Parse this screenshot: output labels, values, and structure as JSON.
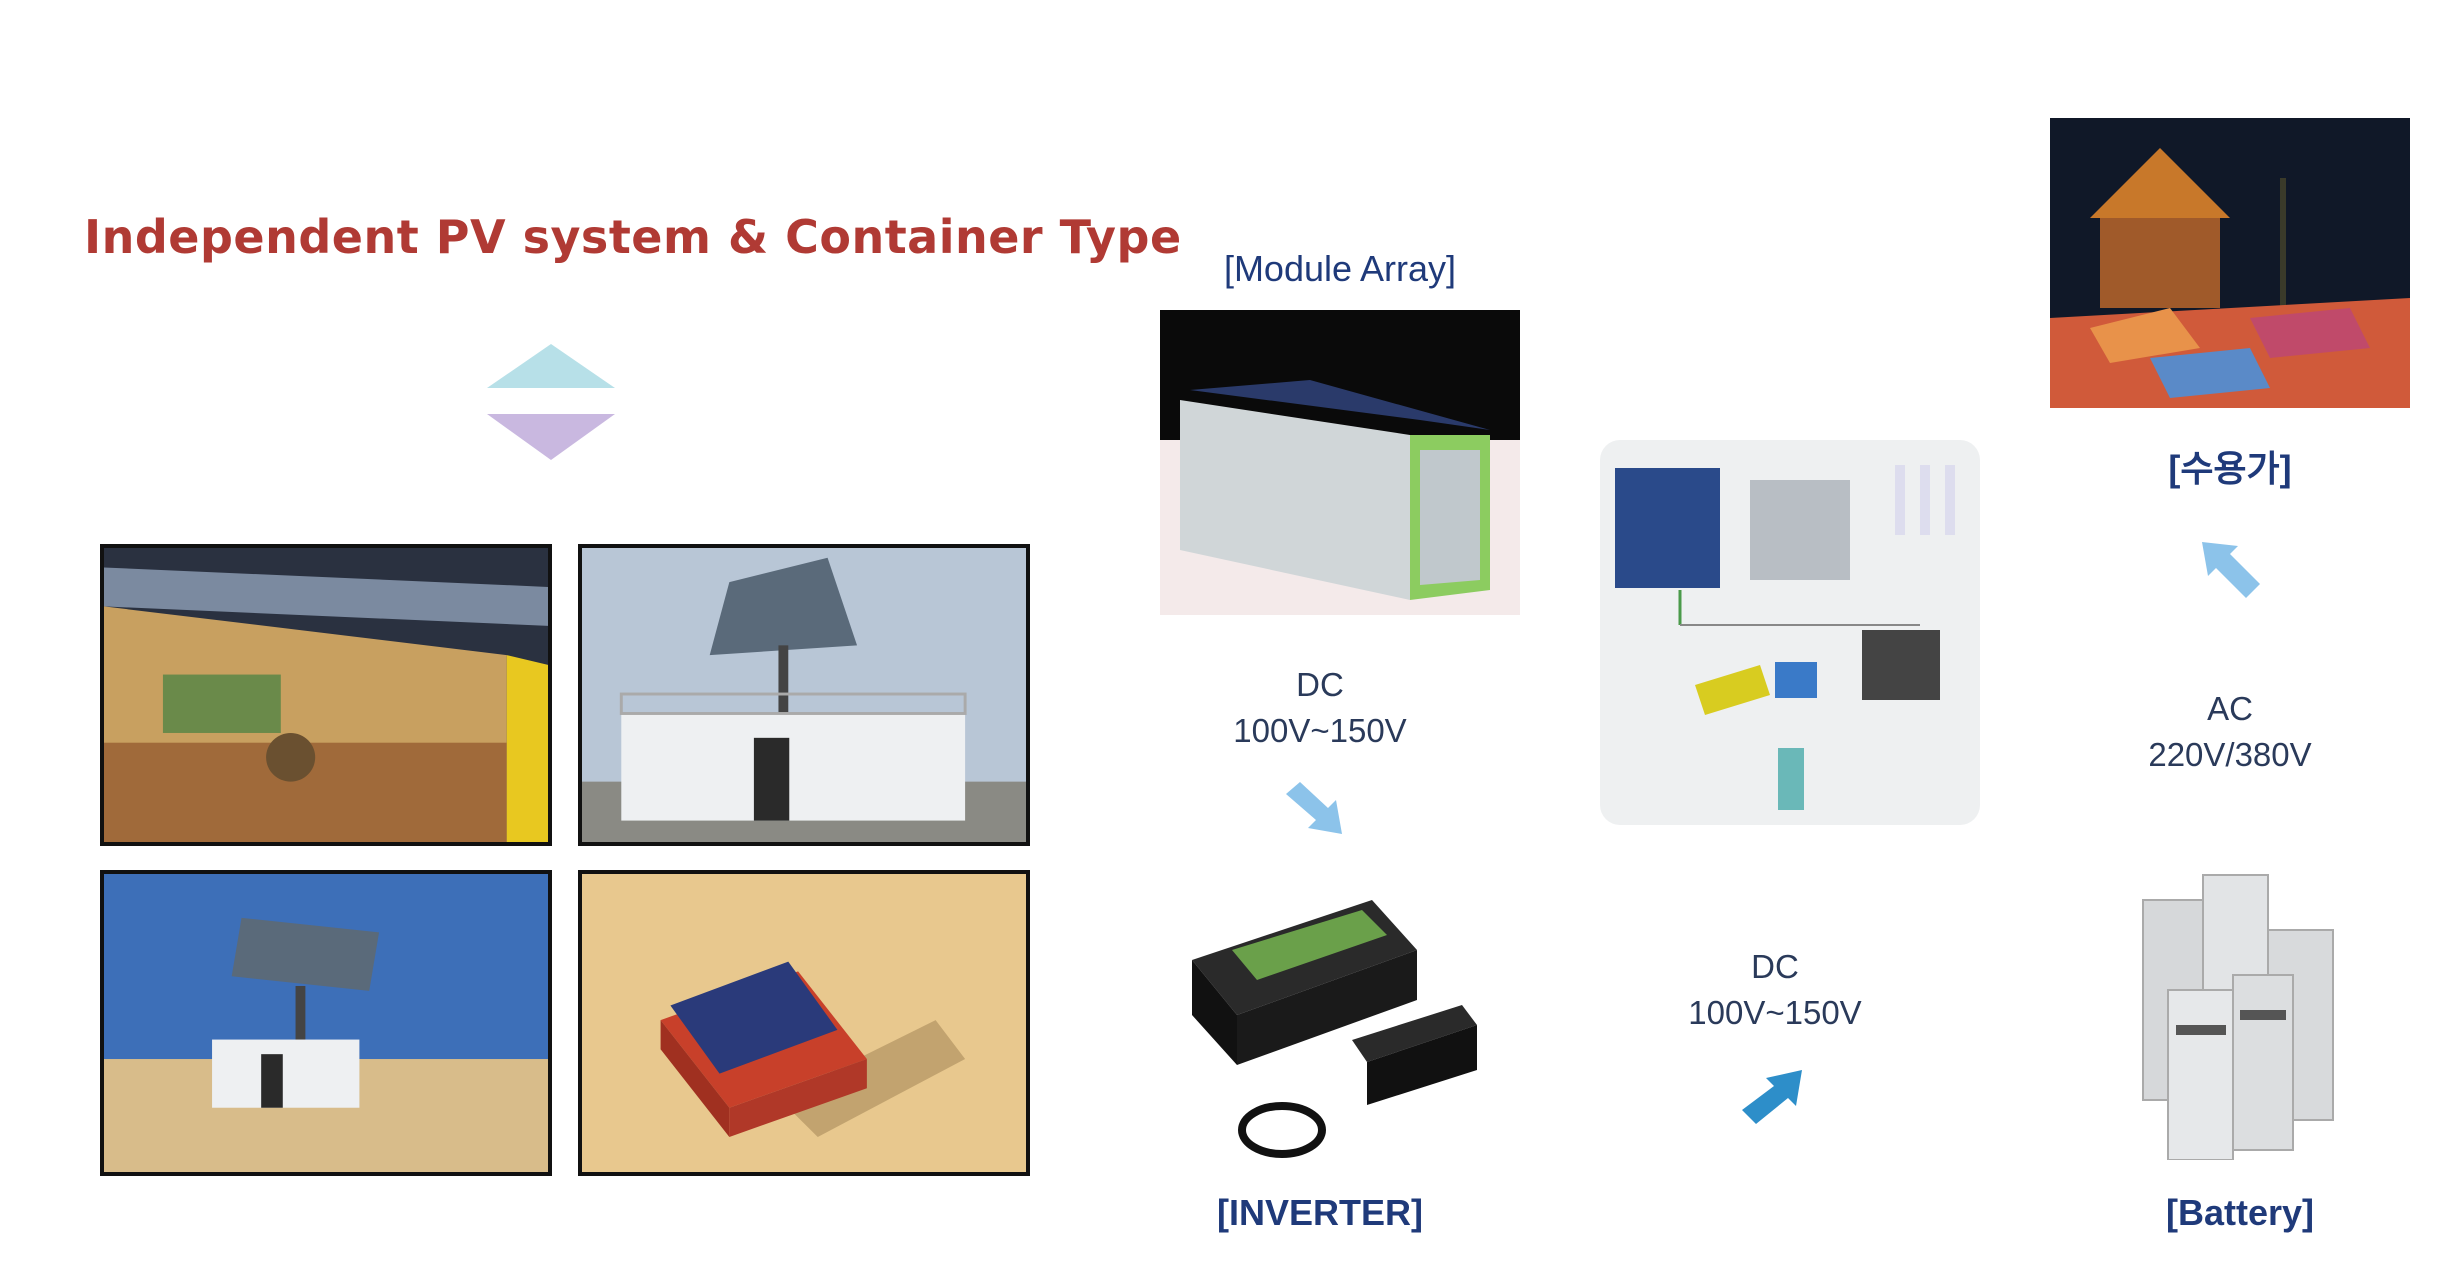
{
  "title": "Independent PV system & Container Type",
  "labels": {
    "module_array": "[Module Array]",
    "consumer": "[수용가]",
    "inverter": "[INVERTER]",
    "battery": "[Battery]"
  },
  "voltages": {
    "dc_module_type": "DC",
    "dc_module_range": "100V~150V",
    "dc_controller_type": "DC",
    "dc_controller_range": "100V~150V",
    "ac_type": "AC",
    "ac_range": "220V/380V"
  },
  "colors": {
    "title": "#b03a34",
    "label": "#1f3a7a",
    "arrow_light": "#8cc3ea",
    "arrow_dark": "#2d8ec9",
    "chevron_up": "#b7e0e8",
    "chevron_down": "#c9b8e0"
  },
  "icons": {
    "updown": "up-down-chevron-icon",
    "arrow_down_right": "arrow-down-right-icon",
    "arrow_up_right": "arrow-up-right-icon",
    "arrow_up_left": "arrow-up-left-icon"
  }
}
